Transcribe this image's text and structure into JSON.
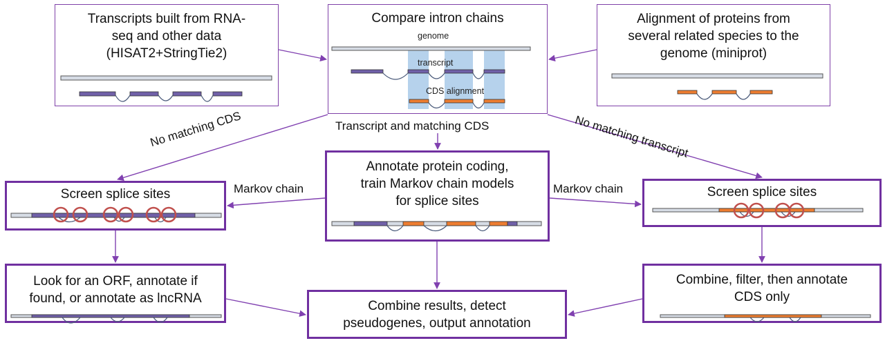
{
  "boxes": {
    "transcripts": "Transcripts built from RNA-\nseq and other data\n(HISAT2+StringTie2)",
    "compare": "Compare intron chains",
    "proteins": "Alignment of proteins from\nseveral related species to the\ngenome (miniprot)",
    "screen_left": "Screen splice sites",
    "annotate_center": "Annotate protein coding,\ntrain Markov chain models\nfor splice sites",
    "screen_right": "Screen splice sites",
    "orf": "Look for an ORF, annotate if\nfound, or annotate as lncRNA",
    "combine_center": "Combine results, detect\npseudogenes, output annotation",
    "combine_right": "Combine, filter, then annotate\nCDS only"
  },
  "inner_labels": {
    "genome": "genome",
    "transcript": "transcript",
    "cds_alignment": "CDS alignment"
  },
  "edge_labels": {
    "matching": "Transcript and matching CDS",
    "no_cds": "No matching CDS",
    "no_transcript": "No matching transcript",
    "markov_left": "Markov chain",
    "markov_right": "Markov chain"
  },
  "colors": {
    "border": "#7030a0",
    "arrow": "#8040b0",
    "genome_line": "#d6dce5",
    "transcript_exon": "#7060a8",
    "cds_exon": "#ed7d31",
    "overlay": "#9dc3e6",
    "circle": "#c0504d"
  }
}
